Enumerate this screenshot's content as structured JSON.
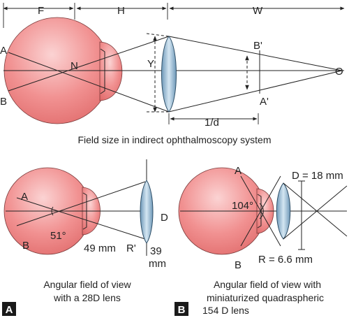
{
  "top": {
    "labels": {
      "F": "F",
      "H": "H",
      "W": "W",
      "A": "A",
      "B": "B",
      "N": "N",
      "Y": "Y",
      "B_prime": "B'",
      "A_prime": "A'",
      "O": "O",
      "inv_d": "1/d"
    },
    "caption": "Field size in indirect ophthalmoscopy system"
  },
  "panelA": {
    "badge": "A",
    "labels": {
      "A": "A",
      "B": "B",
      "angle": "51°",
      "distance": "49 mm",
      "R_prime": "R'",
      "D": "D",
      "size_num": "39",
      "size_unit": "mm"
    },
    "caption_line1": "Angular field of view",
    "caption_line2": "with a 28D lens"
  },
  "panelB": {
    "badge": "B",
    "labels": {
      "A": "A",
      "B": "B",
      "angle": "104°",
      "D_eq": "D = 18 mm",
      "R_eq": "R = 6.6 mm"
    },
    "caption_line1": "Angular field of view with",
    "caption_line2": "miniaturized quadraspheric",
    "caption_line3": "154 D lens"
  },
  "colors": {
    "eye": "#f07f7f",
    "lens": "#9fc3dc",
    "badge": "#1a1a1a"
  }
}
